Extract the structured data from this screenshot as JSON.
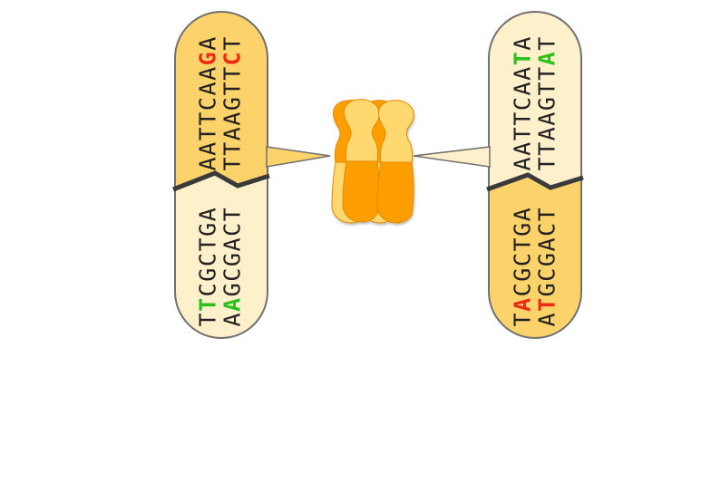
{
  "colors": {
    "light_fill": "#fff0cc",
    "dark_fill": "#fcd26a",
    "outline": "#707070",
    "break_line": "#3a3a3a",
    "base_text": "#222222",
    "red": "#ee2a12",
    "green": "#2cc01a",
    "chrom_light": "#ffd870",
    "chrom_dark": "#ff9e00"
  },
  "left_capsule": {
    "top_strand_a": {
      "bases": [
        "A",
        "A",
        "T",
        "T",
        "C",
        "A",
        "A",
        "G",
        "A"
      ],
      "highlights": [
        {
          "index": 7,
          "color": "red"
        }
      ]
    },
    "top_strand_b": {
      "bases": [
        "T",
        "T",
        "A",
        "A",
        "G",
        "T",
        "T",
        "C",
        "T"
      ],
      "highlights": [
        {
          "index": 7,
          "color": "red"
        }
      ]
    },
    "bottom_strand_a": {
      "bases": [
        "T",
        "T",
        "C",
        "G",
        "C",
        "T",
        "G",
        "A"
      ],
      "highlights": [
        {
          "index": 1,
          "color": "green"
        }
      ]
    },
    "bottom_strand_b": {
      "bases": [
        "A",
        "A",
        "G",
        "C",
        "G",
        "A",
        "C",
        "T"
      ],
      "highlights": [
        {
          "index": 1,
          "color": "green"
        }
      ]
    }
  },
  "right_capsule": {
    "top_strand_a": {
      "bases": [
        "A",
        "A",
        "T",
        "T",
        "C",
        "A",
        "A",
        "T",
        "A"
      ],
      "highlights": [
        {
          "index": 7,
          "color": "green"
        }
      ]
    },
    "top_strand_b": {
      "bases": [
        "T",
        "T",
        "A",
        "A",
        "G",
        "T",
        "T",
        "A",
        "T"
      ],
      "highlights": [
        {
          "index": 7,
          "color": "green"
        }
      ]
    },
    "bottom_strand_a": {
      "bases": [
        "T",
        "A",
        "C",
        "G",
        "C",
        "T",
        "G",
        "A"
      ],
      "highlights": [
        {
          "index": 1,
          "color": "red"
        }
      ]
    },
    "bottom_strand_b": {
      "bases": [
        "A",
        "T",
        "G",
        "C",
        "G",
        "A",
        "C",
        "T"
      ],
      "highlights": [
        {
          "index": 1,
          "color": "red"
        }
      ]
    }
  },
  "chromosome_icons": [
    "chromosome-icon",
    "chromosome-icon",
    "chromosome-icon",
    "chromosome-icon"
  ]
}
